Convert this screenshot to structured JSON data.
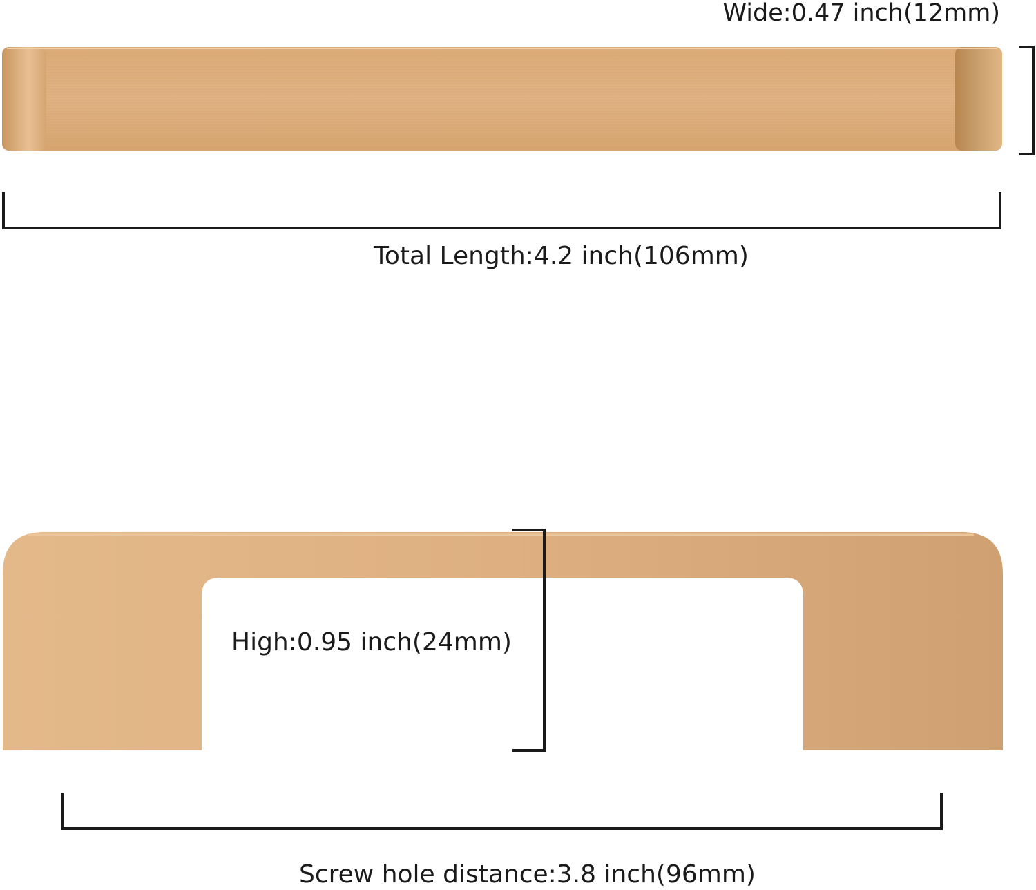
{
  "dimensions": {
    "wide": "Wide:0.47 inch(12mm)",
    "total_length": "Total Length:4.2 inch(106mm)",
    "high": "High:0.95 inch(24mm)",
    "screw_hole_distance": "Screw hole distance:3.8 inch(96mm)"
  },
  "colors": {
    "finish": "#d9a876",
    "finish_light": "#e2b688",
    "finish_dark": "#c89a68",
    "dimension_line": "#1a1a1a",
    "background": "#ffffff"
  }
}
